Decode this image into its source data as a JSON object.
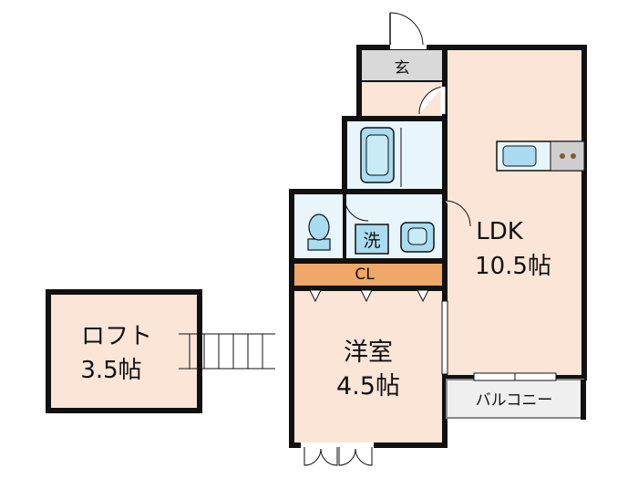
{
  "rooms": {
    "entrance": {
      "label": "玄"
    },
    "ldk": {
      "name": "LDK",
      "size": "10.5帖"
    },
    "closet": {
      "label": "CL"
    },
    "western_room": {
      "name": "洋室",
      "size": "4.5帖"
    },
    "loft": {
      "name": "ロフト",
      "size": "3.5帖"
    },
    "balcony": {
      "label": "バルコニー"
    },
    "washer": {
      "label": "洗"
    }
  },
  "colors": {
    "wall": "#111111",
    "room_fill": "#fbe5d6",
    "wet_area_fill": "#e8f5fb",
    "fixture_fill": "#a9dcf0",
    "closet_fill": "#f0a868",
    "entrance_floor": "#d9d9d9",
    "balcony_fill": "#efefef",
    "stove_fill": "#cfcfcf"
  }
}
